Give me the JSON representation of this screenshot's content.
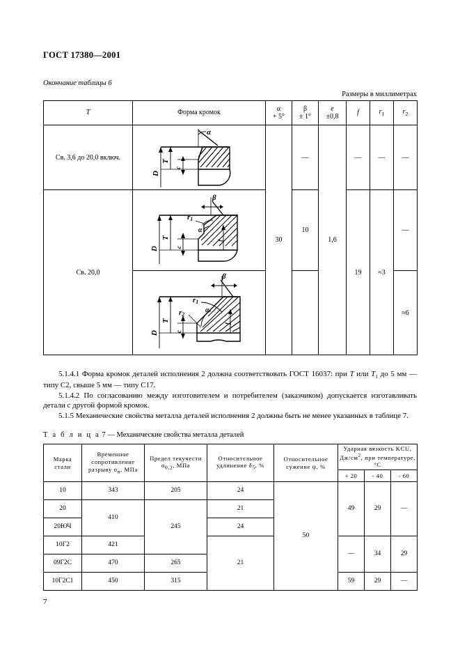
{
  "document": {
    "standard_header": "ГОСТ 17380—2001",
    "continuation_caption": "Окончание таблицы 6",
    "units_note": "Размеры в миллиметрах",
    "page_number": "7"
  },
  "table6": {
    "headers": {
      "col_T": "T",
      "col_form": "Форма кромок",
      "col_alpha_sym": "α",
      "col_alpha_tol": "+ 5°",
      "col_beta_sym": "β",
      "col_beta_tol": "± 1°",
      "col_e_sym": "e",
      "col_e_tol": "±0,8",
      "col_f": "f",
      "col_r1": "r",
      "col_r1_sub": "1",
      "col_r2": "r",
      "col_r2_sub": "2"
    },
    "rows": [
      {
        "T": "Св. 3,6 до 20,0 включ.",
        "figure": "edge-form-single-bevel",
        "alpha": "",
        "beta": "—",
        "e": "",
        "f": "—",
        "r1": "—",
        "r2": "—"
      },
      {
        "T": "Св. 20,0",
        "figure": "edge-form-double-bevel",
        "alpha": "30",
        "beta": "10",
        "e": "1,6",
        "f": "19",
        "r1": "≈3",
        "r2_top": "—",
        "r2_bottom": "≈6"
      }
    ]
  },
  "paragraphs": [
    {
      "id": "5.1.4.1",
      "text_before": "5.1.4.1 Форма кромок деталей исполнения 2 должна соответствовать ГОСТ 16037: при ",
      "sym1": "T",
      "text_mid": " или ",
      "sym2": "T",
      "sym2_sub": "1",
      "text_after": " до 5 мм — типу С2, свыше 5 мм — типу С17."
    },
    {
      "id": "5.1.4.2",
      "text": "5.1.4.2 По согласованию между изготовителем и потребителем (заказчиком) допускается изготавливать детали с другой формой кромок."
    },
    {
      "id": "5.1.5",
      "text": "5.1.5 Механические свойства металла деталей исполнения 2 должны быть не менее указанных в таблице 7."
    }
  ],
  "table7": {
    "caption_label": "Т а б л и ц а",
    "caption_number": "7",
    "caption_dash": "—",
    "caption_title": "Механические свойства металла деталей",
    "headers": {
      "grade": "Марка стали",
      "tensile": "Временное сопротивление разрыву σ",
      "tensile_sub": "в",
      "tensile_unit": ", МПа",
      "yield": "Предел текучести σ",
      "yield_sub": "0,2",
      "yield_unit": ", МПа",
      "elong": "Относительное удлинение δ",
      "elong_sub": "5",
      "elong_unit": ", %",
      "reduction": "Относительное сужение ψ, %",
      "impact": "Ударная вязкость KCU, Дж/см",
      "impact_sup": "2",
      "impact_rest": ", при температуре, °С",
      "temp_plus20": "+ 20",
      "temp_minus40": "- 40",
      "temp_minus60": "- 60"
    },
    "rows": [
      {
        "grade": "10",
        "tensile": "343",
        "yield": "205",
        "elong": "24",
        "reduction": "50",
        "t20": "49",
        "t40": "29",
        "t60": "—"
      },
      {
        "grade": "20",
        "tensile": "410",
        "yield": "245",
        "elong": "21",
        "reduction": "",
        "t20": "",
        "t40": "",
        "t60": ""
      },
      {
        "grade": "20ЮЧ",
        "tensile": "",
        "yield": "",
        "elong": "24",
        "reduction": "",
        "t20": "",
        "t40": "",
        "t60": ""
      },
      {
        "grade": "10Г2",
        "tensile": "421",
        "yield": "",
        "elong": "21",
        "reduction": "",
        "t20": "—",
        "t40": "34",
        "t60": "29"
      },
      {
        "grade": "09Г2С",
        "tensile": "470",
        "yield": "265",
        "elong": "",
        "reduction": "",
        "t20": "",
        "t40": "",
        "t60": ""
      },
      {
        "grade": "10Г2С1",
        "tensile": "450",
        "yield": "315",
        "elong": "",
        "reduction": "",
        "t20": "59",
        "t40": "29",
        "t60": "—"
      }
    ]
  },
  "figure_labels": {
    "D": "D",
    "T": "T",
    "c": "c",
    "alpha": "α",
    "beta": "β",
    "r1": "r",
    "r1_sub": "1",
    "r2": "r",
    "r2_sub": "2",
    "f": "f"
  }
}
